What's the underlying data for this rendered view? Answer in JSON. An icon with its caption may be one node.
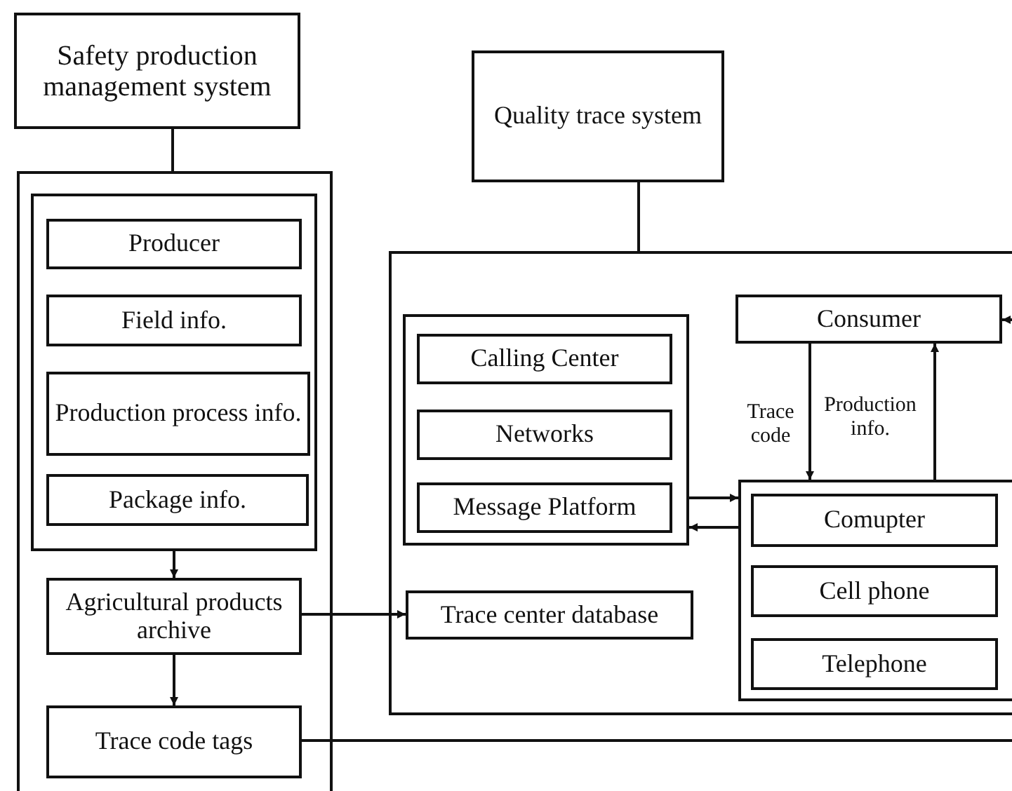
{
  "diagram": {
    "nodes": [
      {
        "text": [
          "Safety production management system"
        ]
      },
      {
        "text": [],
        "shape": "box"
      },
      {
        "text": [],
        "shape": "box",
        "in": 1
      },
      {
        "text": [
          "Producer"
        ],
        "in": 2
      },
      {
        "text": [
          "Field info."
        ],
        "in": 2
      },
      {
        "text": [
          "Production process info."
        ],
        "in": 2
      },
      {
        "text": [
          "Package info."
        ],
        "in": 2
      },
      {
        "text": [
          "Agricultural products archive"
        ],
        "in": 1
      },
      {
        "text": [
          "Trace code tags"
        ],
        "in": 1
      },
      {
        "text": [
          "Quality trace system"
        ]
      },
      {
        "text": [],
        "shape": "box"
      },
      {
        "text": [],
        "shape": "box",
        "in": 10
      },
      {
        "text": [
          "Calling Center"
        ],
        "in": 11
      },
      {
        "text": [
          "Networks"
        ],
        "in": 11
      },
      {
        "text": [
          "Message Platform"
        ],
        "in": 11
      },
      {
        "text": [
          "Trace center database"
        ],
        "in": 10
      },
      {
        "text": [
          "Consumer"
        ],
        "in": 10
      },
      {
        "text": [],
        "shape": "box",
        "in": 10
      },
      {
        "text": [
          "Comupter"
        ],
        "in": 17
      },
      {
        "text": [
          "Cell phone"
        ],
        "in": 17
      },
      {
        "text": [
          "Telephone"
        ],
        "in": 17
      }
    ],
    "edges": [
      {
        "from": 0,
        "to": 1,
        "arrow": "none"
      },
      {
        "from": 9,
        "to": 10,
        "arrow": "none"
      },
      {
        "from": 2,
        "to": 7,
        "arrow": "to"
      },
      {
        "from": 7,
        "to": 8,
        "arrow": "to"
      },
      {
        "from": 7,
        "to": 15,
        "arrow": "to"
      },
      {
        "from": 16,
        "to": 17,
        "arrow": "to",
        "label": "Trace code"
      },
      {
        "from": 17,
        "to": 16,
        "arrow": "to",
        "label": "Production info."
      },
      {
        "from": 11,
        "to": 17,
        "arrow": "to"
      },
      {
        "from": 17,
        "to": 11,
        "arrow": "to"
      },
      {
        "from": null,
        "to": 16,
        "arrow": "to"
      },
      {
        "from": 8,
        "to": null,
        "arrow": "none"
      }
    ]
  }
}
